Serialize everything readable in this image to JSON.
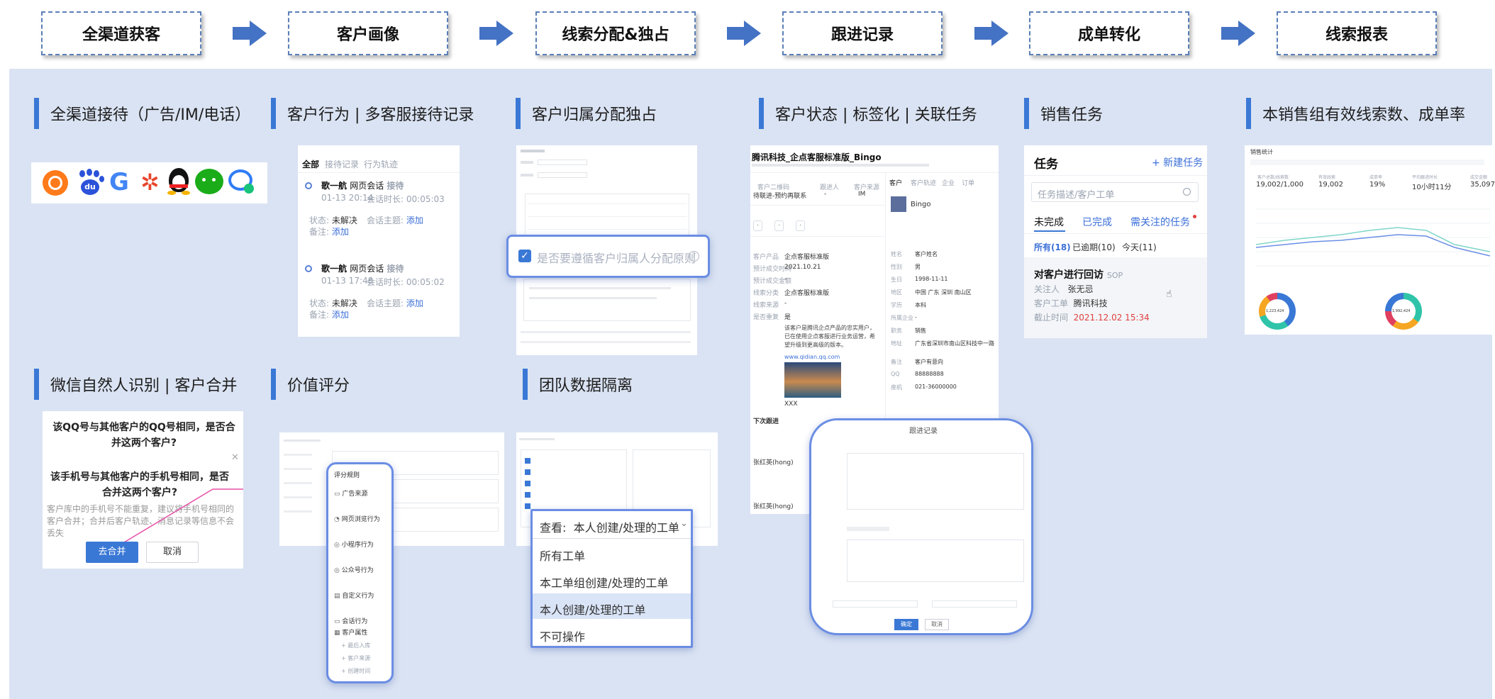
{
  "flow": {
    "steps": [
      "全渠道获客",
      "客户画像",
      "线索分配&独占",
      "跟进记录",
      "成单转化",
      "线索报表"
    ]
  },
  "sections": {
    "omni": "全渠道接待（广告/IM/电话）",
    "behavior": "客户行为 | 多客服接待记录",
    "assign": "客户归属分配独占",
    "status": "客户状态 | 标签化 | 关联任务",
    "sales_task": "销售任务",
    "report": "本销售组有效线索数、成单率",
    "wechat": "微信自然人识别 | 客户合并",
    "value": "价值评分",
    "isolation": "团队数据隔离"
  },
  "colors": {
    "accent": "#3a78d6",
    "panel": "#dae3f3",
    "arrow": "#4472c4",
    "border": "#5b7fb8"
  },
  "channels": [
    "sogou-icon",
    "baidu-icon",
    "google-icon",
    "360-icon",
    "qq-icon",
    "wechat-icon",
    "chat-icon"
  ],
  "records": {
    "tabs": [
      "全部",
      "接待记录",
      "行为轨迹"
    ],
    "items": [
      {
        "agent": "歌一航",
        "channel": "网页会话",
        "action": "接待",
        "time": "01-13 20:14",
        "dur_label": "会话时长:",
        "dur": "00:05:03",
        "status_label": "状态:",
        "status": "未解决",
        "topic_label": "会话主题:",
        "topic": "添加",
        "note_label": "备注:",
        "note": "添加"
      },
      {
        "agent": "歌一航",
        "channel": "网页会话",
        "action": "接待",
        "time": "01-13 17:48",
        "dur_label": "会话时长:",
        "dur": "00:05:02",
        "status_label": "状态:",
        "status": "未解决",
        "topic_label": "会话主题:",
        "topic": "添加",
        "note_label": "备注:",
        "note": "添加"
      }
    ]
  },
  "assign_zoom": "是否要遵循客户归属人分配原则",
  "profile": {
    "title": "腾讯科技_企点客服标准版_Bingo",
    "tabs": [
      "客户",
      "客户轨迹",
      "企业",
      "订单"
    ],
    "name": "Bingo",
    "stats": [
      {
        "k": "客户二维码",
        "v": "待联进-预约再联系"
      },
      {
        "k": "跟进人",
        "v": "-"
      },
      {
        "k": "客户来源",
        "v": "IM"
      }
    ],
    "fields": [
      {
        "k": "客户产品",
        "v": "企点客服标准版"
      },
      {
        "k": "预计成交时间",
        "v": "2021.10.21"
      },
      {
        "k": "预计成交金额",
        "v": "-"
      },
      {
        "k": "线索分类",
        "v": "企点客服标准版"
      },
      {
        "k": "线索来源",
        "v": "-"
      },
      {
        "k": "是否重复",
        "v": "是"
      }
    ],
    "desc": "该客户是腾讯企点产品的忠实用户，已在使用企点客服进行业务运营，希望升级到更高级的版本。",
    "link": "www.qidian.qq.com",
    "right_fields": [
      {
        "k": "姓名",
        "v": "客户姓名"
      },
      {
        "k": "性别",
        "v": "男"
      },
      {
        "k": "生日",
        "v": "1998-11-11"
      },
      {
        "k": "地区",
        "v": "中国 广东 深圳 南山区"
      },
      {
        "k": "学历",
        "v": "本科"
      },
      {
        "k": "所属企业",
        "v": "-"
      },
      {
        "k": "职务",
        "v": "销售"
      },
      {
        "k": "地址",
        "v": "广东省深圳市南山区科技中一路"
      },
      {
        "k": "备注",
        "v": "客户有意向"
      },
      {
        "k": "QQ",
        "v": "88888888"
      },
      {
        "k": "座机",
        "v": "021-36000000"
      }
    ],
    "follow_label": "下次跟进",
    "follow_items": [
      "张红英(hong)",
      "张红英(hong)"
    ],
    "xxx": "XXX"
  },
  "follow_zoom": {
    "title": "跟进记录",
    "ok": "确定",
    "cancel": "取消"
  },
  "task": {
    "title": "任务",
    "new": "+ 新建任务",
    "search_placeholder": "任务描述/客户工单",
    "tabs": [
      "未完成",
      "已完成",
      "需关注的任务"
    ],
    "filters": [
      "所有(18)",
      "已逾期(10)",
      "今天(11)"
    ],
    "item_title": "对客户进行回访",
    "item_tag": "SOP",
    "owner_label": "关注人",
    "owner": "张无忌",
    "ticket_label": "客户工单",
    "ticket": "腾讯科技",
    "deadline_label": "截止时间",
    "deadline": "2021.12.02 15:34"
  },
  "report": {
    "title": "销售统计",
    "kpis": [
      {
        "k": "客户总数/线索数",
        "v": "19,002/1,000"
      },
      {
        "k": "有效线索",
        "v": "19,002"
      },
      {
        "k": "成单率",
        "v": "19%"
      },
      {
        "k": "平均跟进时长",
        "v": "10小时11分"
      },
      {
        "k": "成交金额",
        "v": "35,097"
      }
    ],
    "donut1": "1,223,424",
    "donut2": "1,992,424"
  },
  "merge": {
    "qq_q": "该QQ号与其他客户的QQ号相同，是否合并这两个客户?",
    "phone_q": "该手机号与其他客户的手机号相同，是否合并这两个客户?",
    "hint": "客户库中的手机号不能重复，建议将手机号相同的客户合并；合并后客户轨迹、消息记录等信息不会丢失",
    "merge_btn": "去合并",
    "cancel_btn": "取消"
  },
  "value_menu": {
    "title": "评分规则",
    "items": [
      "广告来源",
      "网页浏览行为",
      "小程序行为",
      "公众号行为",
      "自定义行为",
      "会话行为",
      "客户属性"
    ],
    "subitems": [
      "最后入库",
      "客户来源",
      "创建时间"
    ]
  },
  "isolation_dd": {
    "label": "查看:",
    "value": "本人创建/处理的工单",
    "options": [
      "所有工单",
      "本工单组创建/处理的工单",
      "本人创建/处理的工单",
      "不可操作"
    ]
  }
}
